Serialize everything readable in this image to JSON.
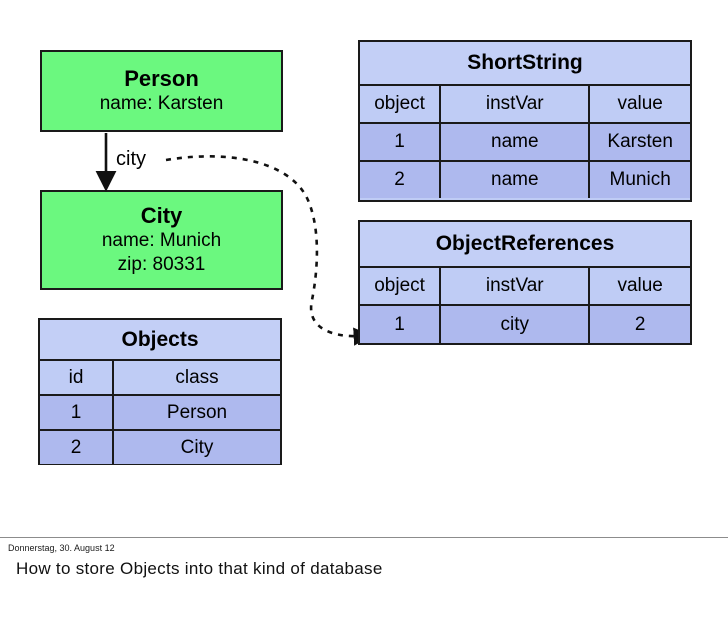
{
  "slide": {
    "footer_date": "Donnerstag, 30. August 12",
    "caption": "How to store Objects into that kind of database"
  },
  "colors": {
    "object_box_fill": "#6bf87f",
    "table_title_fill": "#c3cff6",
    "table_header_fill": "#bfccf5",
    "table_data_fill": "#aeb9ee",
    "stroke": "#1a1a1a",
    "footer_rule": "#8c8c8c"
  },
  "objects": {
    "person": {
      "title": "Person",
      "lines": [
        "name: Karsten"
      ]
    },
    "city": {
      "title": "City",
      "lines": [
        "name: Munich",
        "zip: 80331"
      ]
    }
  },
  "edges": {
    "city_reference_label": "city"
  },
  "tables": {
    "shortstring": {
      "title": "ShortString",
      "columns": [
        "object",
        "instVar",
        "value"
      ],
      "rows": [
        [
          "1",
          "name",
          "Karsten"
        ],
        [
          "2",
          "name",
          "Munich"
        ]
      ]
    },
    "objectreferences": {
      "title": "ObjectReferences",
      "columns": [
        "object",
        "instVar",
        "value"
      ],
      "rows": [
        [
          "1",
          "city",
          "2"
        ]
      ]
    },
    "objects_table": {
      "title": "Objects",
      "columns": [
        "id",
        "class"
      ],
      "rows": [
        [
          "1",
          "Person"
        ],
        [
          "2",
          "City"
        ]
      ]
    }
  }
}
